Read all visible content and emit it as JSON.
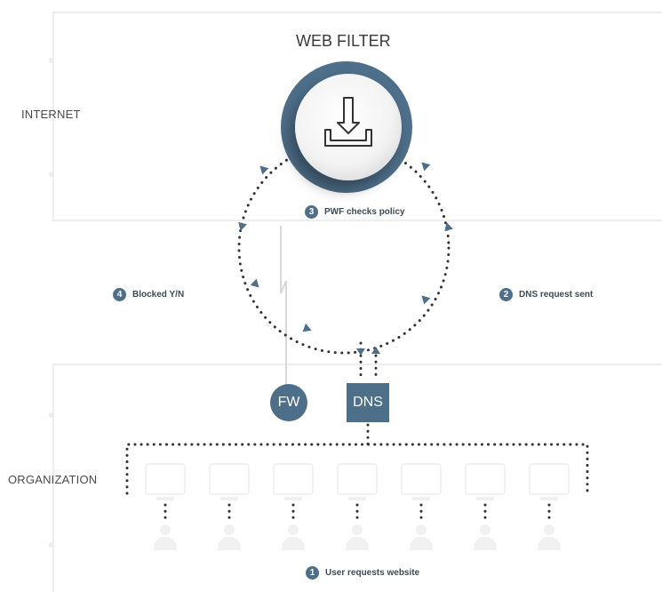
{
  "zones": {
    "internet": "INTERNET",
    "organization": "ORGANIZATION"
  },
  "web_filter": {
    "title": "WEB FILTER",
    "icon": "download-tray-icon"
  },
  "steps": [
    {
      "number": "1",
      "label": "User requests website"
    },
    {
      "number": "2",
      "label": "DNS request sent"
    },
    {
      "number": "3",
      "label": "PWF checks policy"
    },
    {
      "number": "4",
      "label": "Blocked Y/N"
    }
  ],
  "nodes": {
    "fw": "FW",
    "dns": "DNS"
  },
  "colors": {
    "accent": "#4e6f8a",
    "dots": "#333333",
    "guide_lines": "#eeeeee",
    "faded_icons": "#f1f1f1"
  }
}
